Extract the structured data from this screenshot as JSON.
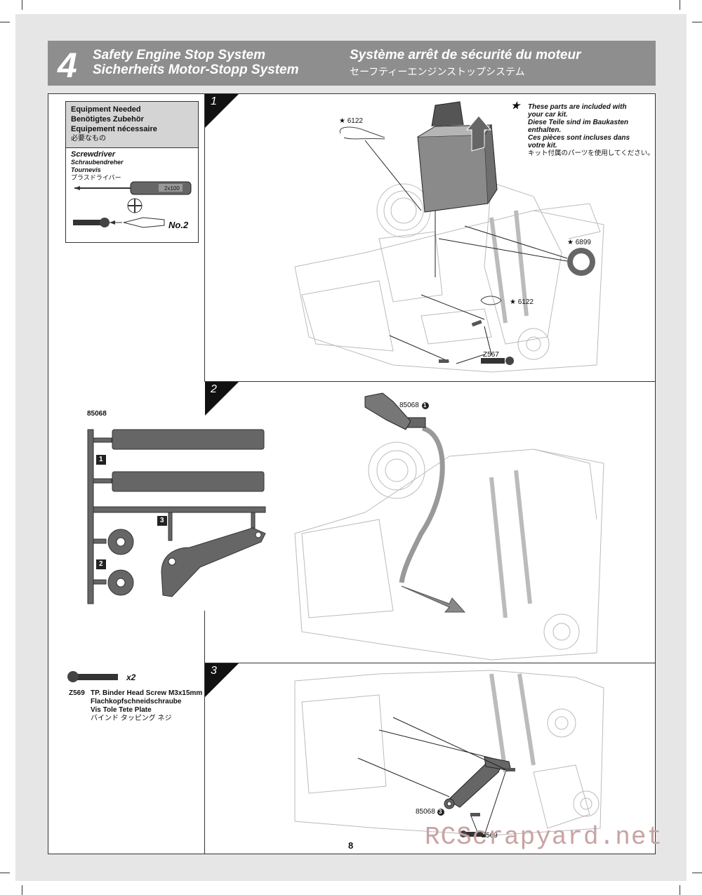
{
  "header": {
    "step_number": "4",
    "title_en": "Safety Engine Stop System",
    "title_de": "Sicherheits Motor-Stopp System",
    "title_fr": "Système arrêt de sécurité du moteur",
    "title_jp": "セーフティーエンジンストップシステム"
  },
  "equipment": {
    "heading_en": "Equipment Needed",
    "heading_de": "Benötigtes Zubehör",
    "heading_fr": "Equipement nécessaire",
    "heading_jp": "必要なもの",
    "tool_en": "Screwdriver",
    "tool_de": "Schraubendreher",
    "tool_fr": "Tournevis",
    "tool_jp": "プラスドライバー",
    "tool_size": "2x100",
    "driver_no": "No.2"
  },
  "steps": [
    {
      "number": "1"
    },
    {
      "number": "2"
    },
    {
      "number": "3"
    }
  ],
  "step1": {
    "part_6122_top": "6122",
    "part_6899": "6899",
    "part_6122_right": "6122",
    "part_z567": "Z567",
    "star": "★"
  },
  "note": {
    "line1": "These parts are included with",
    "line2": "your car kit.",
    "line3": "Diese Teile sind im Baukasten",
    "line4": "enthalten.",
    "line5": "Ces pièces sont incluses dans",
    "line6": "votre kit.",
    "line7": "キット付属のパーツを使用してください。"
  },
  "sprue": {
    "part_number": "85068",
    "marker_1": "1",
    "marker_2": "2",
    "marker_3": "3"
  },
  "step2": {
    "part_label": "85068",
    "marker": "1"
  },
  "screw": {
    "code": "Z569",
    "qty": "x2",
    "name_en": "TP. Binder Head Screw M3x15mm",
    "name_de": "Flachkopfschneidschraube",
    "name_fr": "Vis Tole Tete Plate",
    "name_jp": "バインド タッピング ネジ"
  },
  "step3": {
    "part_label": "85068",
    "marker": "3",
    "screw_label": "Z569"
  },
  "page_number": "8",
  "watermark": "RCScrapyard.net"
}
